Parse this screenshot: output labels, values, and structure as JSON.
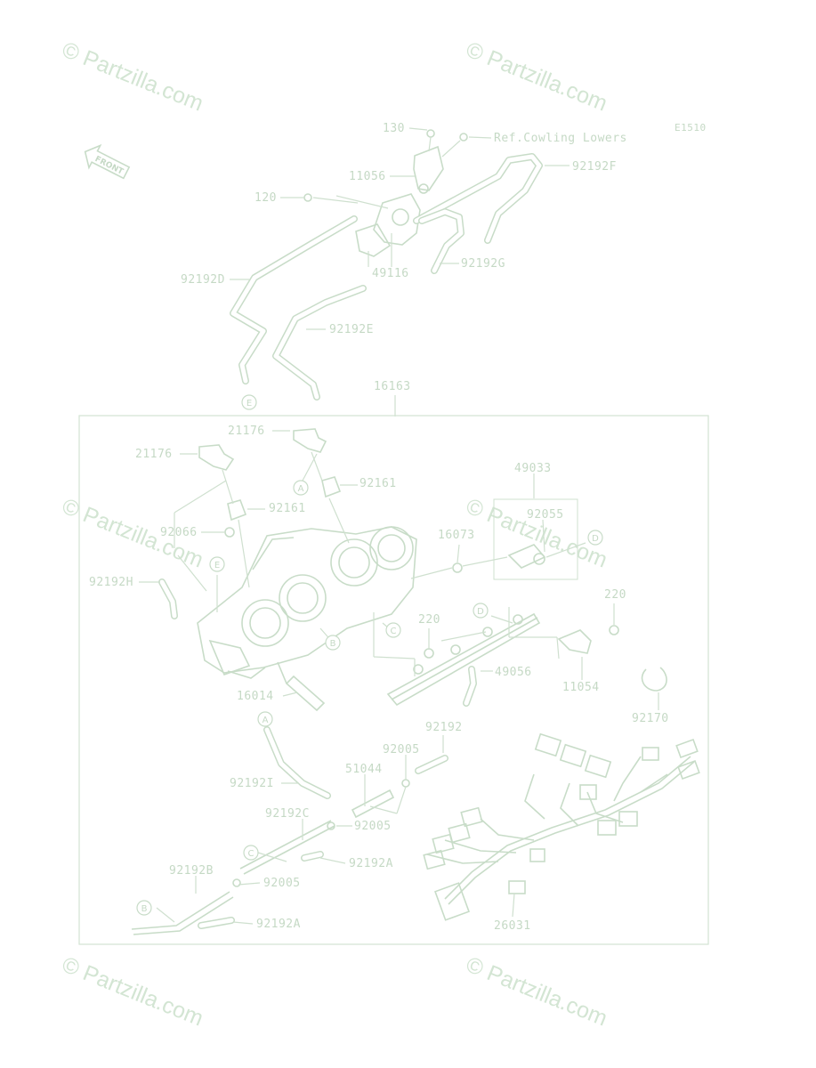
{
  "watermark": "© Partzilla.com",
  "diagram_code": "E1510",
  "front_label": "FRONT",
  "parts": {
    "p130": "130",
    "ref_cowling": "Ref.Cowling Lowers",
    "p11056": "11056",
    "p92192F": "92192F",
    "p120": "120",
    "p49116": "49116",
    "p92192G": "92192G",
    "p92192D": "92192D",
    "p92192E": "92192E",
    "p16163": "16163",
    "p21176_a": "21176",
    "p21176_b": "21176",
    "p92161_a": "92161",
    "p92161_b": "92161",
    "p49033": "49033",
    "p92055": "92055",
    "p16073": "16073",
    "p92066": "92066",
    "p92192H": "92192H",
    "p220_a": "220",
    "p220_b": "220",
    "p49056": "49056",
    "p11054": "11054",
    "p16014": "16014",
    "p92170": "92170",
    "p92192": "92192",
    "p92005_a": "92005",
    "p51044": "51044",
    "p92192I": "92192I",
    "p92192C": "92192C",
    "p92005_b": "92005",
    "p92192A_a": "92192A",
    "p92192B": "92192B",
    "p92005_c": "92005",
    "p92192A_b": "92192A",
    "p26031": "26031"
  },
  "callouts": {
    "E": "E",
    "A": "A",
    "B": "B",
    "C": "C",
    "D": "D"
  }
}
